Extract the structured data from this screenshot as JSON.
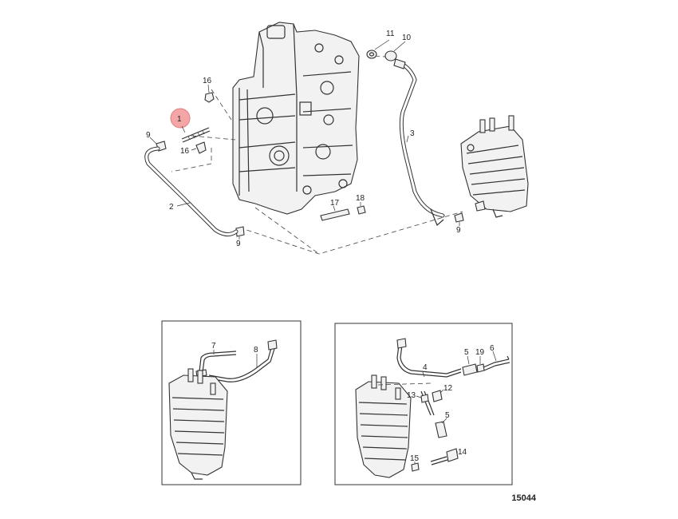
{
  "figure_number": "15044",
  "callouts": {
    "main": {
      "c1": "1",
      "c2": "2",
      "c3": "3",
      "c9a": "9",
      "c9b": "9",
      "c9c": "9",
      "c10": "10",
      "c11": "11",
      "c16a": "16",
      "c16b": "16",
      "c17": "17",
      "c18": "18"
    },
    "inset_left": {
      "c7": "7",
      "c8": "8"
    },
    "inset_right": {
      "c4": "4",
      "c5a": "5",
      "c5b": "5",
      "c6": "6",
      "c12": "12",
      "c13": "13",
      "c14": "14",
      "c15": "15",
      "c19": "19"
    }
  },
  "highlight_color": "#f4a6a6"
}
